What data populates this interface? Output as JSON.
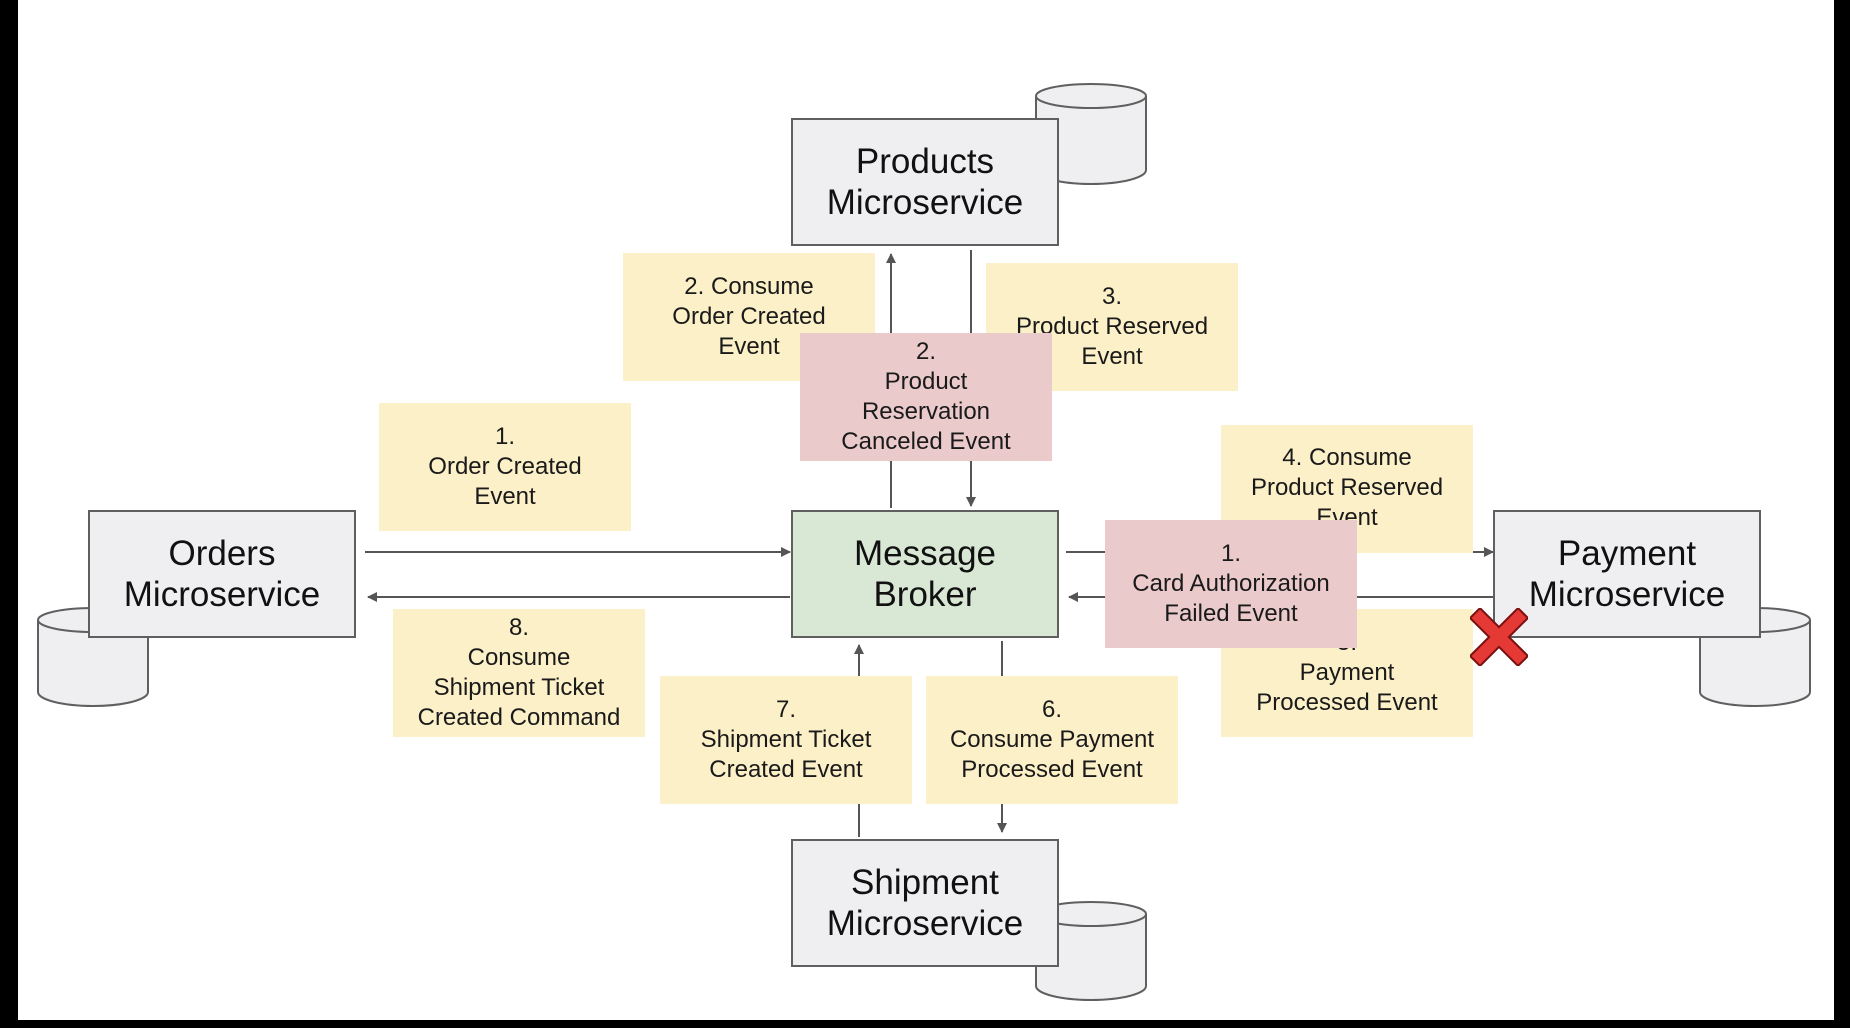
{
  "services": {
    "products": {
      "line1": "Products",
      "line2": "Microservice"
    },
    "orders": {
      "line1": "Orders",
      "line2": "Microservice"
    },
    "broker": {
      "line1": "Message",
      "line2": "Broker"
    },
    "payment": {
      "line1": "Payment",
      "line2": "Microservice"
    },
    "shipment": {
      "line1": "Shipment",
      "line2": "Microservice"
    }
  },
  "notes": {
    "n1": [
      "1.",
      "Order Created",
      "Event"
    ],
    "n2": [
      "2. Consume",
      "Order Created",
      "Event"
    ],
    "n3": [
      "3.",
      "Product Reserved",
      "Event"
    ],
    "n4": [
      "4. Consume",
      "Product Reserved",
      "Event"
    ],
    "n5": [
      "5.",
      "Payment",
      "Processed Event"
    ],
    "n6": [
      "6.",
      "Consume Payment",
      "Processed Event"
    ],
    "n7": [
      "7.",
      "Shipment Ticket",
      "Created Event"
    ],
    "n8": [
      "8.",
      "Consume",
      "Shipment Ticket",
      "Created Command"
    ],
    "r_product_canceled": [
      "2.",
      "Product",
      "Reservation",
      "Canceled Event"
    ],
    "r_card_failed": [
      "1.",
      "Card Authorization",
      "Failed Event"
    ]
  },
  "colors": {
    "service_fill": "#efeef0",
    "broker_fill": "#d9e8d5",
    "note_fill": "#fcf0c8",
    "failure_note_fill": "#ebcacb",
    "failure_mark": "#e53935"
  },
  "icons": {
    "failure": "red-x-icon",
    "database": "database-cylinder-icon"
  }
}
